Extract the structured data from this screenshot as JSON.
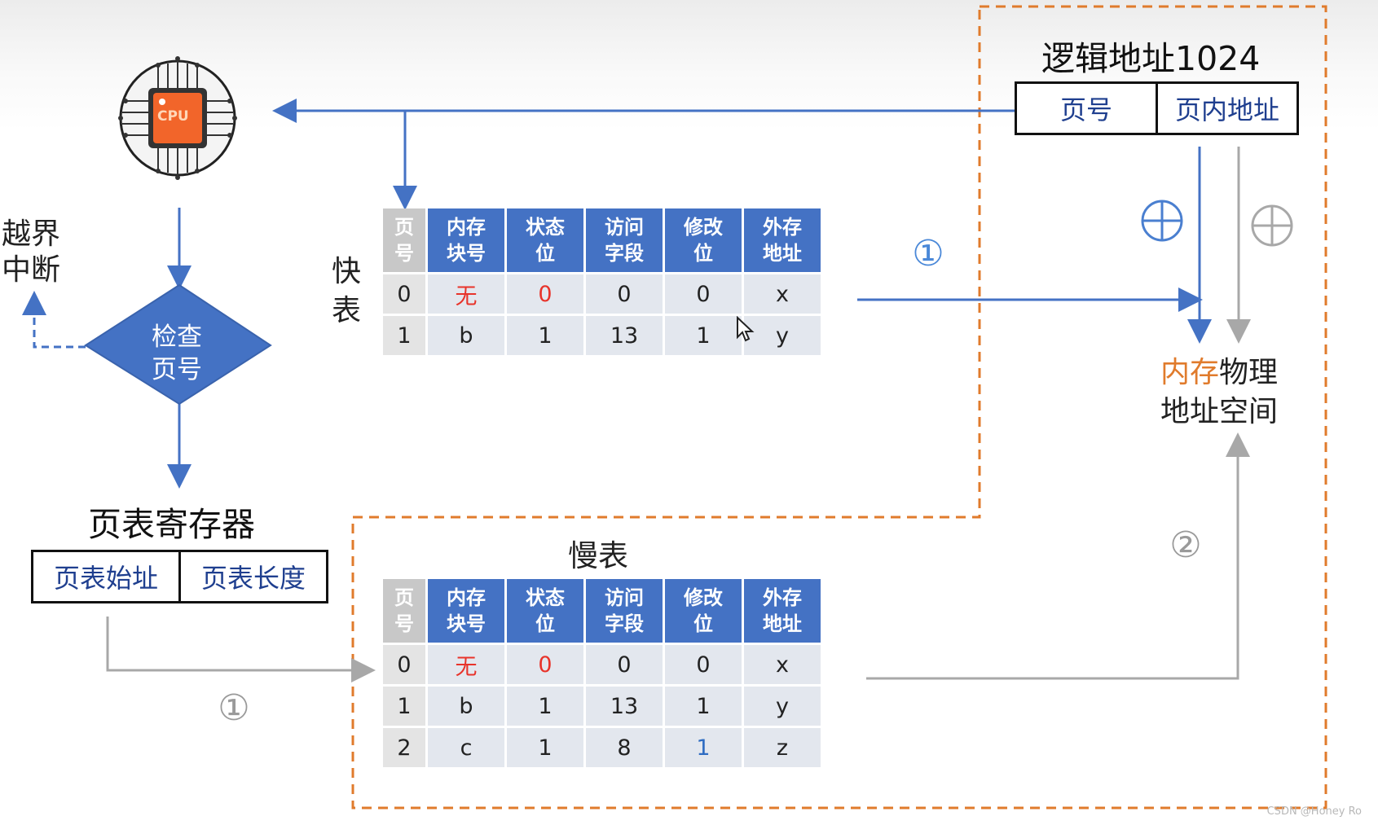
{
  "cpu": {
    "label": "CPU"
  },
  "check": {
    "line1": "检查",
    "line2": "页号"
  },
  "overflow": {
    "line1": "越界",
    "line2": "中断"
  },
  "page_table_register": {
    "title": "页表寄存器",
    "cells": [
      "页表始址",
      "页表长度"
    ]
  },
  "logical_address": {
    "title": "逻辑地址1024",
    "cells": [
      "页号",
      "页内地址"
    ]
  },
  "memory_space": {
    "part1": "内存",
    "part2": "物理",
    "line2": "地址空间"
  },
  "tlb": {
    "label_line1": "快",
    "label_line2": "表",
    "headers": [
      [
        "页",
        "号"
      ],
      [
        "内存",
        "块号"
      ],
      [
        "状态",
        "位"
      ],
      [
        "访问",
        "字段"
      ],
      [
        "修改",
        "位"
      ],
      [
        "外存",
        "地址"
      ]
    ],
    "rows": [
      [
        "0",
        "无",
        "0",
        "0",
        "0",
        "x"
      ],
      [
        "1",
        "b",
        "1",
        "13",
        "1",
        "y"
      ]
    ]
  },
  "slow_table": {
    "title": "慢表",
    "headers": [
      [
        "页",
        "号"
      ],
      [
        "内存",
        "块号"
      ],
      [
        "状态",
        "位"
      ],
      [
        "访问",
        "字段"
      ],
      [
        "修改",
        "位"
      ],
      [
        "外存",
        "地址"
      ]
    ],
    "rows": [
      [
        "0",
        "无",
        "0",
        "0",
        "0",
        "x"
      ],
      [
        "1",
        "b",
        "1",
        "13",
        "1",
        "y"
      ],
      [
        "2",
        "c",
        "1",
        "8",
        "1",
        "z"
      ]
    ]
  },
  "step_markers": {
    "tlb_step": "①",
    "slow_step_right": "②",
    "slow_step_left": "①"
  },
  "watermark": "CSDN @Honey Ro",
  "colors": {
    "accent_blue": "#4472c4",
    "dashed_orange": "#e07b2c",
    "highlight_red": "#e8332a",
    "gray_line": "#a8a8a8"
  }
}
